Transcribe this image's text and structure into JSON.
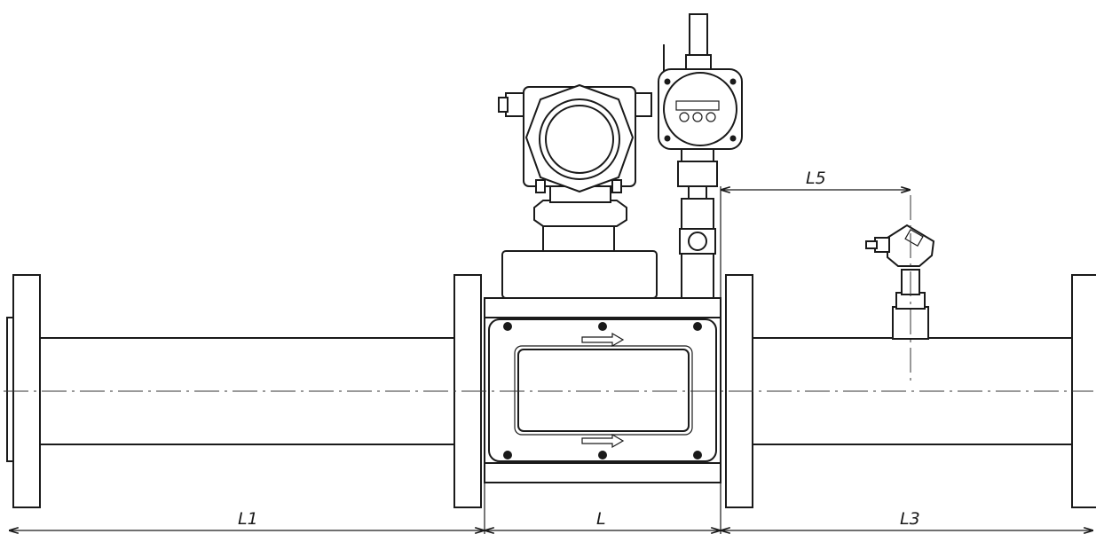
{
  "dimensions": {
    "l1": "L1",
    "l": "L",
    "l3": "L3",
    "l5": "L5"
  },
  "colors": {
    "line": "#1a1a1a",
    "background": "#ffffff"
  },
  "icons": {
    "flow_arrow": "right-arrow-icon"
  }
}
